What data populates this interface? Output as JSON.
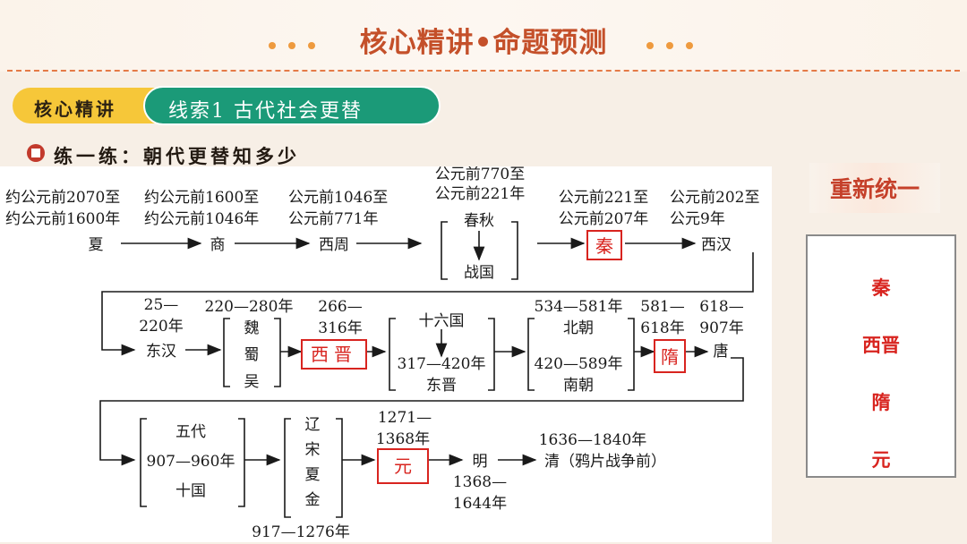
{
  "header": {
    "title": "核心精讲•命题预测"
  },
  "section": {
    "tag": "核心精讲",
    "clue": "线索1 古代社会更替"
  },
  "practice": {
    "title": "练一练：朝代更替知多少"
  },
  "diagram": {
    "row1": {
      "xia": {
        "date1": "约公元前2070至",
        "date2": "约公元前1600年",
        "name": "夏"
      },
      "shang": {
        "date1": "约公元前1600至",
        "date2": "约公元前1046年",
        "name": "商"
      },
      "xizhou": {
        "date1": "公元前1046至",
        "date2": "公元前771年",
        "name": "西周"
      },
      "chunqiu": {
        "date1": "公元前770至",
        "date2": "公元前221年",
        "top": "春秋",
        "bottom": "战国"
      },
      "qin": {
        "date1": "公元前221至",
        "date2": "公元前207年",
        "name": "秦"
      },
      "xihan": {
        "date1": "公元前202至",
        "date2": "公元9年",
        "name": "西汉"
      }
    },
    "row2": {
      "donghan": {
        "date1": "25—",
        "date2": "220年",
        "name": "东汉"
      },
      "sanguo": {
        "date": "220—280年",
        "names": [
          "魏",
          "蜀",
          "吴"
        ]
      },
      "xijin": {
        "date1": "266—",
        "date2": "316年",
        "name": "西晋"
      },
      "dongjin": {
        "top": "十六国",
        "date": "317—420年",
        "bottom": "东晋"
      },
      "nanbei": {
        "date1": "534—581年",
        "top": "北朝",
        "date2": "420—589年",
        "bottom": "南朝"
      },
      "sui": {
        "date1": "581—",
        "date2": "618年",
        "name": "隋"
      },
      "tang": {
        "date1": "618—",
        "date2": "907年",
        "name": "唐"
      }
    },
    "row3": {
      "wudai": {
        "top": "五代",
        "date": "907—960年",
        "bottom": "十国"
      },
      "liaosong": {
        "names": [
          "辽",
          "宋",
          "夏",
          "金"
        ],
        "date": "917—1276年"
      },
      "yuan": {
        "date1": "1271—",
        "date2": "1368年",
        "name": "元"
      },
      "ming": {
        "name": "明",
        "date1": "1368—",
        "date2": "1644年"
      },
      "qing": {
        "date": "1636—1840年",
        "name": "清（鸦片战争前）"
      }
    }
  },
  "sidebar": {
    "title": "重新统一",
    "items": [
      "秦",
      "西晋",
      "隋",
      "元"
    ]
  },
  "colors": {
    "title": "#c4502a",
    "accent_red": "#d8241f",
    "pill_yellow": "#f6c739",
    "pill_green": "#1b9a78",
    "dots": "#ee9a3e"
  }
}
